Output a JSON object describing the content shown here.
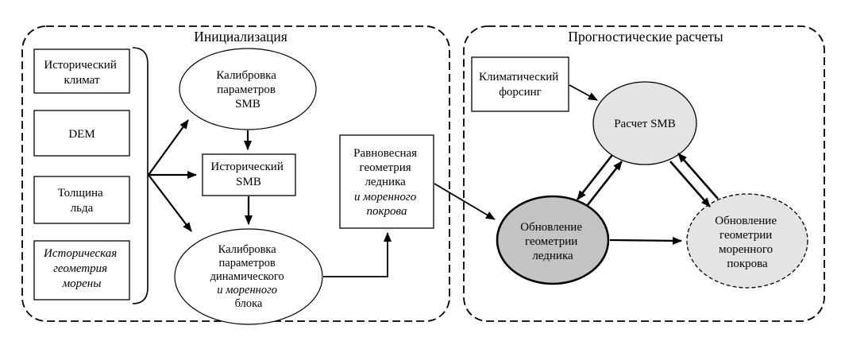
{
  "sections": {
    "init": {
      "title": "Инициализация"
    },
    "forecast": {
      "title": "Прогностические расчеты"
    }
  },
  "nodes": {
    "historical_climate": {
      "lines": [
        "Исторический",
        "климат"
      ]
    },
    "dem": {
      "lines": [
        "DEM"
      ]
    },
    "ice_thickness": {
      "lines": [
        "Толщина",
        "льда"
      ]
    },
    "historical_moraine": {
      "lines": [
        "Историческая",
        "геометрия",
        "морены"
      ]
    },
    "smb_calibration": {
      "lines": [
        "Калибровка",
        "параметров",
        "SMB"
      ]
    },
    "historical_smb": {
      "lines": [
        "Исторический",
        "SMB"
      ]
    },
    "dynamic_calibration": {
      "lines": [
        "Калибровка",
        "параметров",
        "динамического",
        "и моренного",
        "блока"
      ]
    },
    "equilibrium": {
      "lines": [
        "Равновесная",
        "геометрия",
        "ледника",
        "и моренного",
        "покрова"
      ]
    },
    "climate_forcing": {
      "lines": [
        "Климатический",
        "форсинг"
      ]
    },
    "smb_calc": {
      "lines": [
        "Расчет SMB"
      ]
    },
    "glacier_update": {
      "lines": [
        "Обновление",
        "геометрии",
        "ледника"
      ]
    },
    "moraine_update": {
      "lines": [
        "Обновление",
        "геометрии",
        "моренного",
        "покрова"
      ]
    }
  },
  "colors": {
    "node_light": "#e4e4e4",
    "node_dark": "#c3c3c3",
    "stroke": "#000000",
    "background": "#ffffff"
  }
}
